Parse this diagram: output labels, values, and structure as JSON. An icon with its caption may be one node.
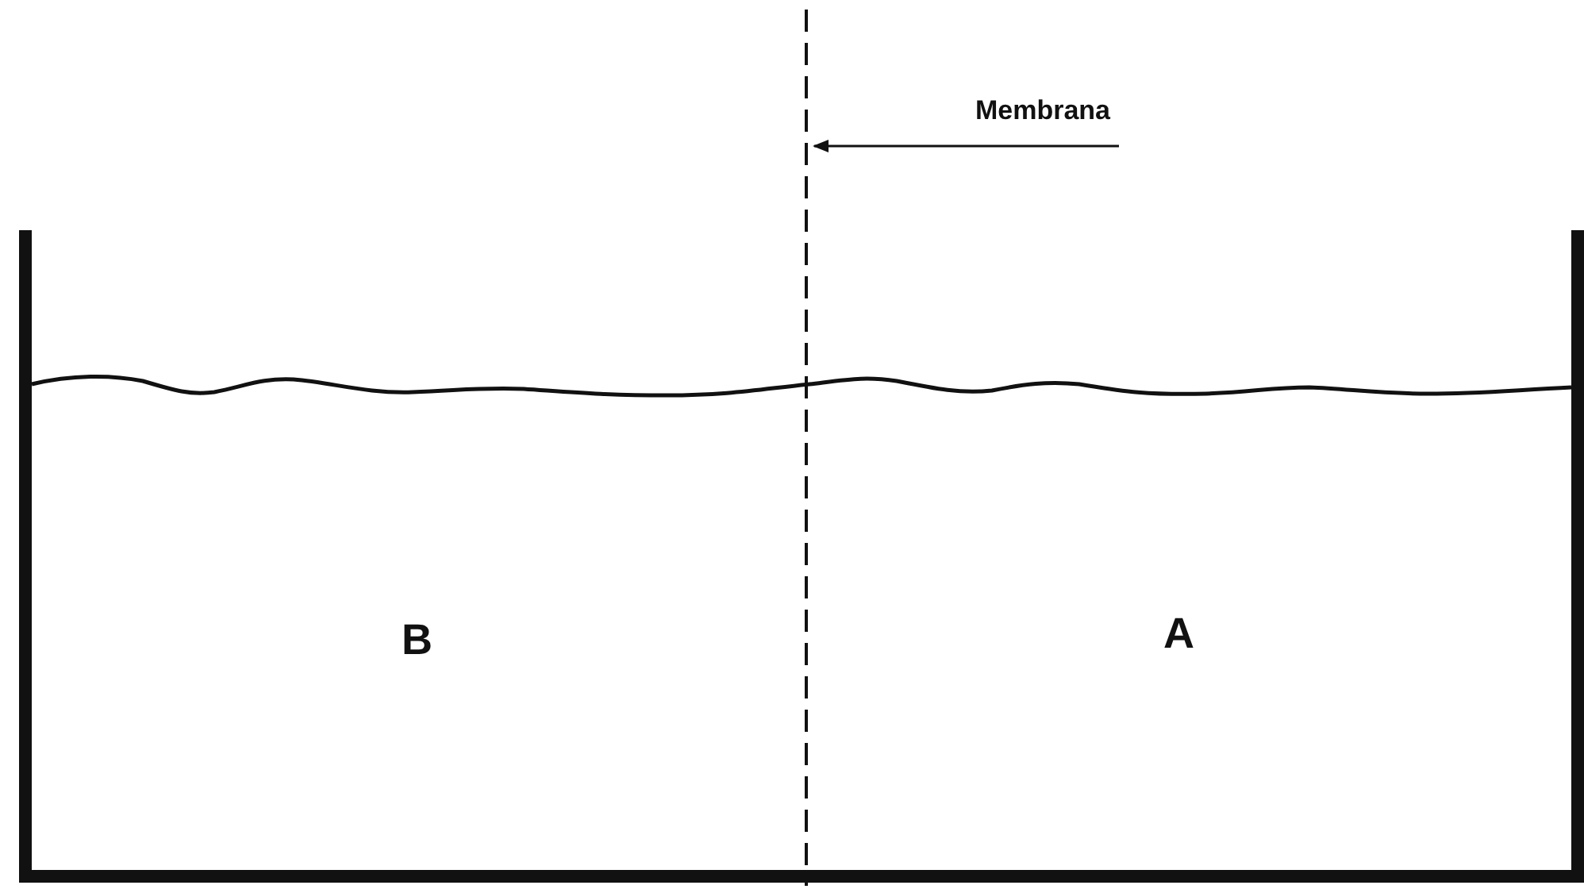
{
  "diagram": {
    "nodes": [
      {
        "text": [
          "Membrana"
        ]
      },
      {
        "text": [],
        "shape": "line"
      }
    ],
    "edges": [
      {
        "from": 0,
        "to": 1,
        "arrow": "to"
      }
    ],
    "labels": [
      "B",
      "A"
    ]
  }
}
